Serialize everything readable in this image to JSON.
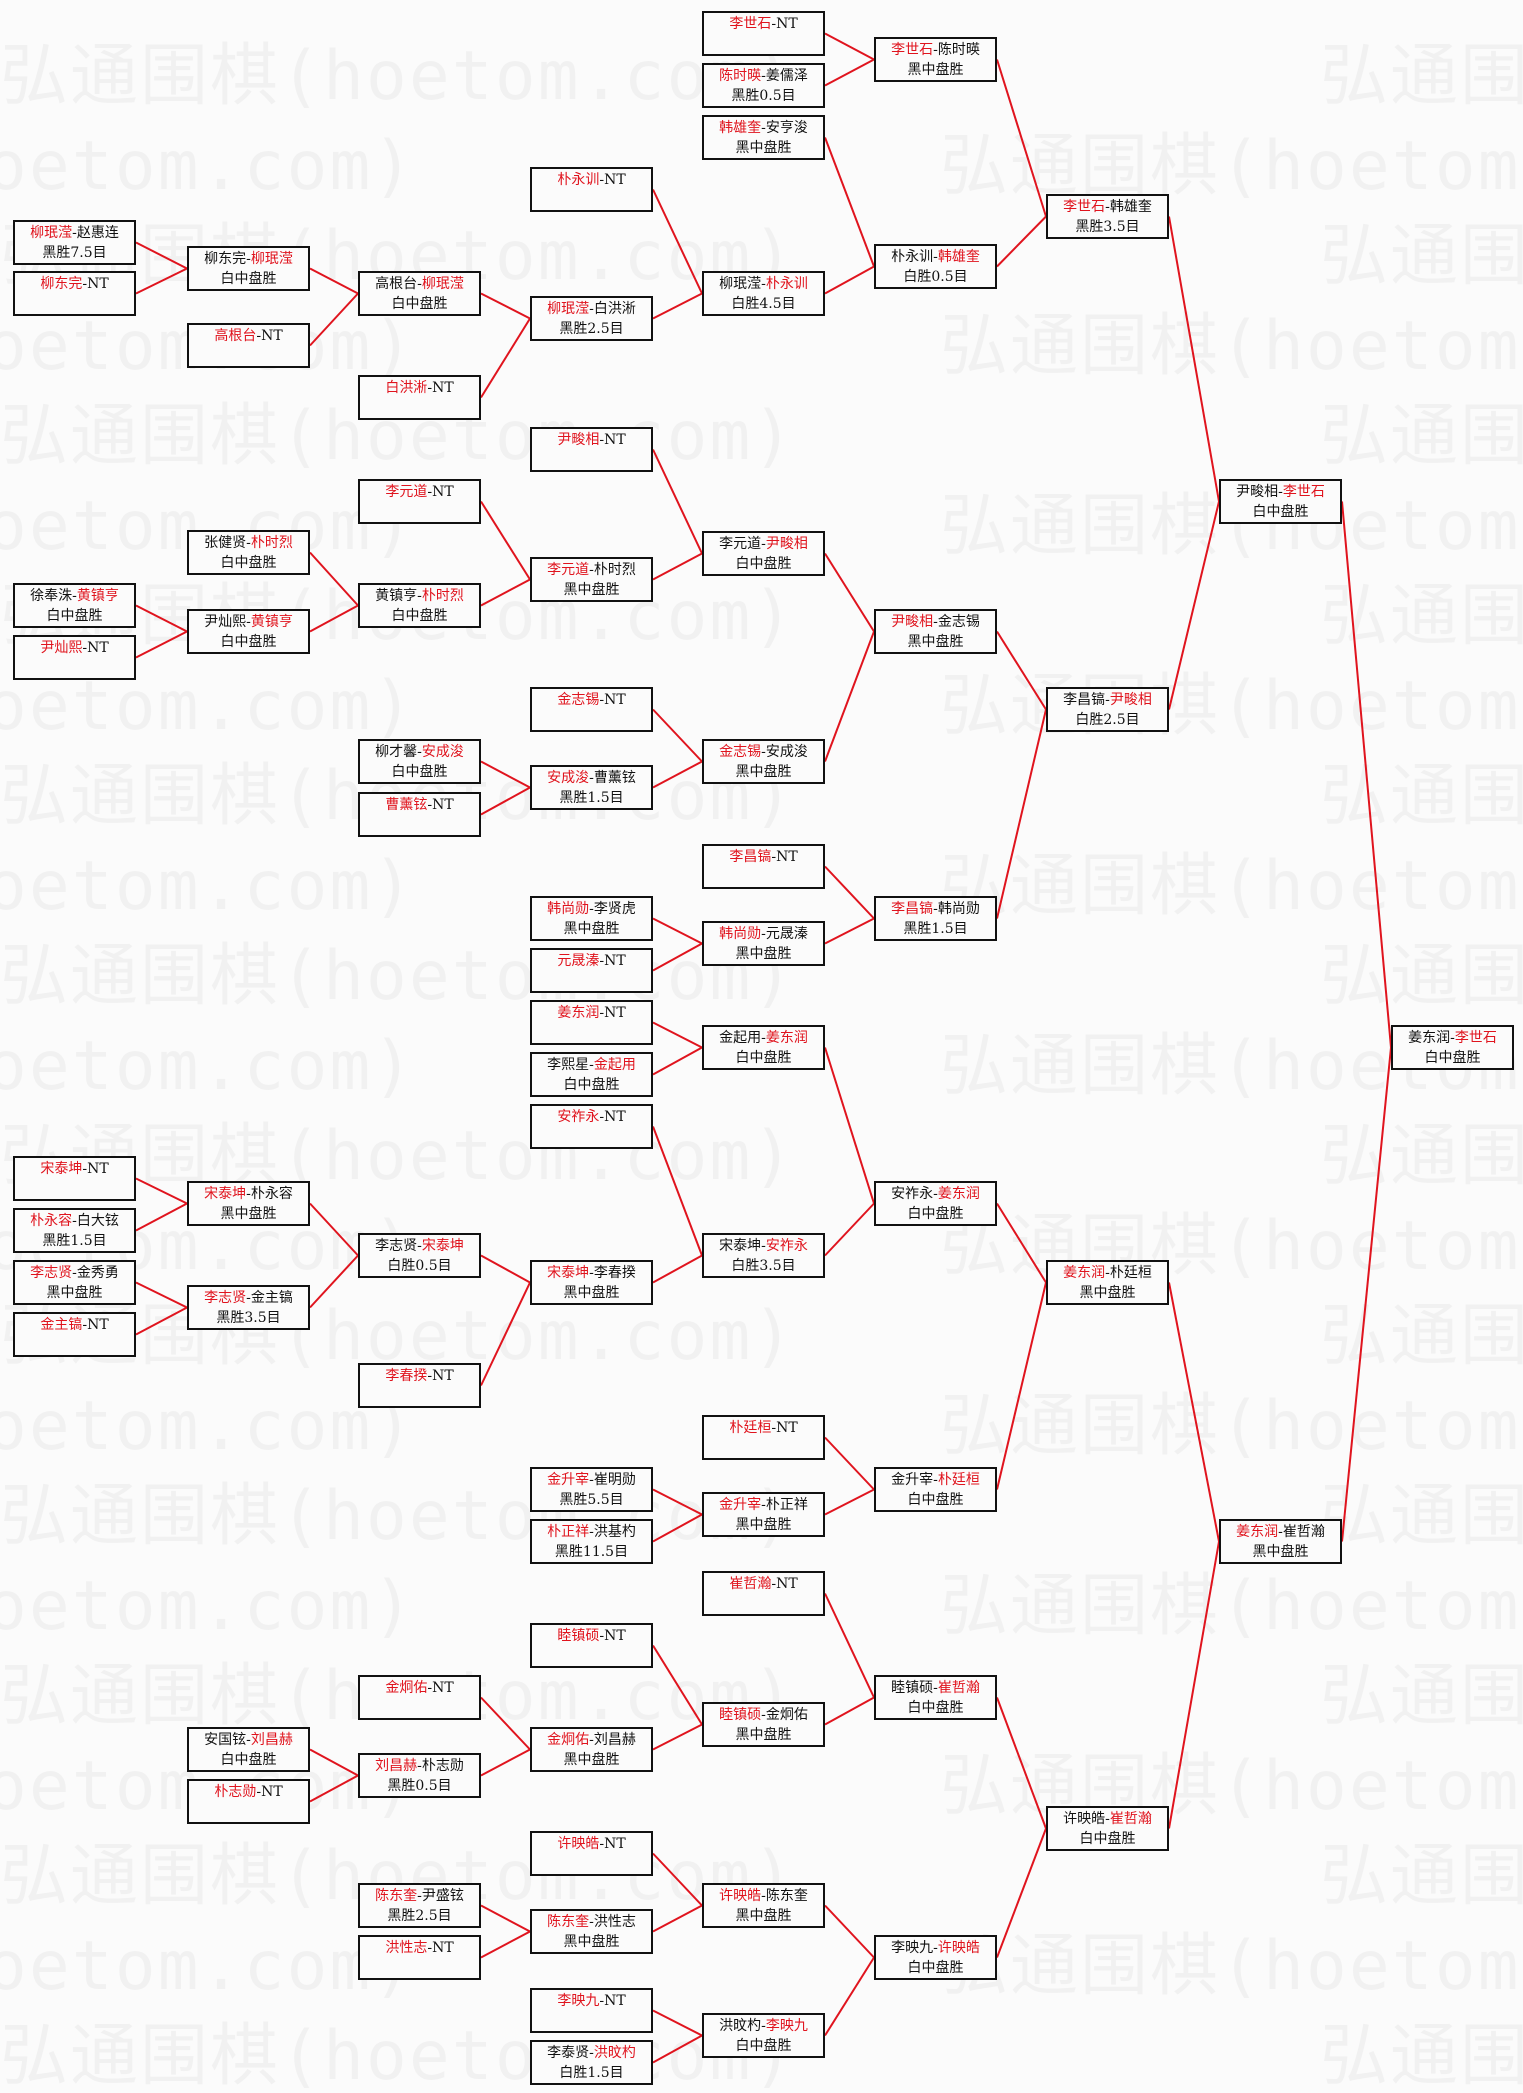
{
  "watermark": "弘通围棋(hoetom.com)",
  "colors": {
    "winner": "#e0141e",
    "line": "#e0141e",
    "border": "#111111"
  },
  "matches": [
    {
      "p1": "李世石",
      "p2": "NT",
      "w": 1,
      "r": ""
    },
    {
      "p1": "陈时暎",
      "p2": "姜儒泽",
      "w": 1,
      "r": "黑胜0.5目"
    },
    {
      "p1": "韩雄奎",
      "p2": "安亨浚",
      "w": 1,
      "r": "黑中盘胜"
    },
    {
      "p1": "李世石",
      "p2": "陈时暎",
      "w": 1,
      "r": "黑中盘胜"
    },
    {
      "p1": "朴永训",
      "p2": "NT",
      "w": 1,
      "r": ""
    },
    {
      "p1": "柳珉滢",
      "p2": "赵惠连",
      "w": 1,
      "r": "黑胜7.5目"
    },
    {
      "p1": "柳东完",
      "p2": "NT",
      "w": 1,
      "r": ""
    },
    {
      "p1": "柳东完",
      "p2": "柳珉滢",
      "w": 2,
      "r": "白中盘胜"
    },
    {
      "p1": "高根台",
      "p2": "NT",
      "w": 1,
      "r": ""
    },
    {
      "p1": "高根台",
      "p2": "柳珉滢",
      "w": 2,
      "r": "白中盘胜"
    },
    {
      "p1": "白洪淅",
      "p2": "NT",
      "w": 1,
      "r": ""
    },
    {
      "p1": "柳珉滢",
      "p2": "白洪淅",
      "w": 1,
      "r": "黑胜2.5目"
    },
    {
      "p1": "柳珉滢",
      "p2": "朴永训",
      "w": 2,
      "r": "白胜4.5目"
    },
    {
      "p1": "朴永训",
      "p2": "韩雄奎",
      "w": 2,
      "r": "白胜0.5目"
    },
    {
      "p1": "李世石",
      "p2": "韩雄奎",
      "w": 1,
      "r": "黑胜3.5目"
    },
    {
      "p1": "尹畯相",
      "p2": "NT",
      "w": 1,
      "r": ""
    },
    {
      "p1": "李元道",
      "p2": "NT",
      "w": 1,
      "r": ""
    },
    {
      "p1": "张健贤",
      "p2": "朴时烈",
      "w": 2,
      "r": "白中盘胜"
    },
    {
      "p1": "徐奉洙",
      "p2": "黄镇亨",
      "w": 2,
      "r": "白中盘胜"
    },
    {
      "p1": "尹灿熙",
      "p2": "NT",
      "w": 1,
      "r": ""
    },
    {
      "p1": "尹灿熙",
      "p2": "黄镇亨",
      "w": 2,
      "r": "白中盘胜"
    },
    {
      "p1": "黄镇亨",
      "p2": "朴时烈",
      "w": 2,
      "r": "白中盘胜"
    },
    {
      "p1": "李元道",
      "p2": "朴时烈",
      "w": 1,
      "r": "黑中盘胜"
    },
    {
      "p1": "李元道",
      "p2": "尹畯相",
      "w": 2,
      "r": "白中盘胜"
    },
    {
      "p1": "金志锡",
      "p2": "NT",
      "w": 1,
      "r": ""
    },
    {
      "p1": "柳才馨",
      "p2": "安成浚",
      "w": 2,
      "r": "白中盘胜"
    },
    {
      "p1": "曹薰铉",
      "p2": "NT",
      "w": 1,
      "r": ""
    },
    {
      "p1": "安成浚",
      "p2": "曹薰铉",
      "w": 1,
      "r": "黑胜1.5目"
    },
    {
      "p1": "金志锡",
      "p2": "安成浚",
      "w": 1,
      "r": "黑中盘胜"
    },
    {
      "p1": "尹畯相",
      "p2": "金志锡",
      "w": 1,
      "r": "黑中盘胜"
    },
    {
      "p1": "李昌镐",
      "p2": "NT",
      "w": 1,
      "r": ""
    },
    {
      "p1": "韩尚勋",
      "p2": "李贤虎",
      "w": 1,
      "r": "黑中盘胜"
    },
    {
      "p1": "元晟溱",
      "p2": "NT",
      "w": 1,
      "r": ""
    },
    {
      "p1": "韩尚勋",
      "p2": "元晟溱",
      "w": 1,
      "r": "黑中盘胜"
    },
    {
      "p1": "李昌镐",
      "p2": "韩尚勋",
      "w": 1,
      "r": "黑胜1.5目"
    },
    {
      "p1": "李昌镐",
      "p2": "尹畯相",
      "w": 2,
      "r": "白胜2.5目"
    },
    {
      "p1": "尹畯相",
      "p2": "李世石",
      "w": 2,
      "r": "白中盘胜"
    },
    {
      "p1": "姜东润",
      "p2": "NT",
      "w": 1,
      "r": ""
    },
    {
      "p1": "李熙星",
      "p2": "金起用",
      "w": 2,
      "r": "白中盘胜"
    },
    {
      "p1": "金起用",
      "p2": "姜东润",
      "w": 2,
      "r": "白中盘胜"
    },
    {
      "p1": "安祚永",
      "p2": "NT",
      "w": 1,
      "r": ""
    },
    {
      "p1": "宋泰坤",
      "p2": "NT",
      "w": 1,
      "r": ""
    },
    {
      "p1": "朴永容",
      "p2": "白大铉",
      "w": 1,
      "r": "黑胜1.5目"
    },
    {
      "p1": "李志贤",
      "p2": "金秀勇",
      "w": 1,
      "r": "黑中盘胜"
    },
    {
      "p1": "金主镐",
      "p2": "NT",
      "w": 1,
      "r": ""
    },
    {
      "p1": "宋泰坤",
      "p2": "朴永容",
      "w": 1,
      "r": "黑中盘胜"
    },
    {
      "p1": "李志贤",
      "p2": "金主镐",
      "w": 1,
      "r": "黑胜3.5目"
    },
    {
      "p1": "李志贤",
      "p2": "宋泰坤",
      "w": 2,
      "r": "白胜0.5目"
    },
    {
      "p1": "李春揆",
      "p2": "NT",
      "w": 1,
      "r": ""
    },
    {
      "p1": "宋泰坤",
      "p2": "李春揆",
      "w": 1,
      "r": "黑中盘胜"
    },
    {
      "p1": "宋泰坤",
      "p2": "安祚永",
      "w": 2,
      "r": "白胜3.5目"
    },
    {
      "p1": "安祚永",
      "p2": "姜东润",
      "w": 2,
      "r": "白中盘胜"
    },
    {
      "p1": "朴廷桓",
      "p2": "NT",
      "w": 1,
      "r": ""
    },
    {
      "p1": "金升宰",
      "p2": "崔明勋",
      "w": 1,
      "r": "黑胜5.5目"
    },
    {
      "p1": "朴正祥",
      "p2": "洪基杓",
      "w": 1,
      "r": "黑胜11.5目"
    },
    {
      "p1": "金升宰",
      "p2": "朴正祥",
      "w": 1,
      "r": "黑中盘胜"
    },
    {
      "p1": "金升宰",
      "p2": "朴廷桓",
      "w": 2,
      "r": "白中盘胜"
    },
    {
      "p1": "姜东润",
      "p2": "朴廷桓",
      "w": 1,
      "r": "黑中盘胜"
    },
    {
      "p1": "崔哲瀚",
      "p2": "NT",
      "w": 1,
      "r": ""
    },
    {
      "p1": "睦镇硕",
      "p2": "NT",
      "w": 1,
      "r": ""
    },
    {
      "p1": "金炯佑",
      "p2": "NT",
      "w": 1,
      "r": ""
    },
    {
      "p1": "安国铉",
      "p2": "刘昌赫",
      "w": 2,
      "r": "白中盘胜"
    },
    {
      "p1": "朴志勋",
      "p2": "NT",
      "w": 1,
      "r": ""
    },
    {
      "p1": "刘昌赫",
      "p2": "朴志勋",
      "w": 1,
      "r": "黑胜0.5目"
    },
    {
      "p1": "金炯佑",
      "p2": "刘昌赫",
      "w": 1,
      "r": "黑中盘胜"
    },
    {
      "p1": "睦镇硕",
      "p2": "金炯佑",
      "w": 1,
      "r": "黑中盘胜"
    },
    {
      "p1": "睦镇硕",
      "p2": "崔哲瀚",
      "w": 2,
      "r": "白中盘胜"
    },
    {
      "p1": "许映皓",
      "p2": "NT",
      "w": 1,
      "r": ""
    },
    {
      "p1": "陈东奎",
      "p2": "尹盛铉",
      "w": 1,
      "r": "黑胜2.5目"
    },
    {
      "p1": "洪性志",
      "p2": "NT",
      "w": 1,
      "r": ""
    },
    {
      "p1": "陈东奎",
      "p2": "洪性志",
      "w": 1,
      "r": "黑中盘胜"
    },
    {
      "p1": "许映皓",
      "p2": "陈东奎",
      "w": 1,
      "r": "黑中盘胜"
    },
    {
      "p1": "李映九",
      "p2": "NT",
      "w": 1,
      "r": ""
    },
    {
      "p1": "李泰贤",
      "p2": "洪旼杓",
      "w": 2,
      "r": "白胜1.5目"
    },
    {
      "p1": "洪旼杓",
      "p2": "李映九",
      "w": 2,
      "r": "白中盘胜"
    },
    {
      "p1": "李映九",
      "p2": "许映皓",
      "w": 2,
      "r": "白中盘胜"
    },
    {
      "p1": "许映皓",
      "p2": "崔哲瀚",
      "w": 2,
      "r": "白中盘胜"
    },
    {
      "p1": "姜东润",
      "p2": "崔哲瀚",
      "w": 1,
      "r": "黑中盘胜"
    },
    {
      "p1": "姜东润",
      "p2": "李世石",
      "w": 2,
      "r": "白中盘胜"
    }
  ]
}
